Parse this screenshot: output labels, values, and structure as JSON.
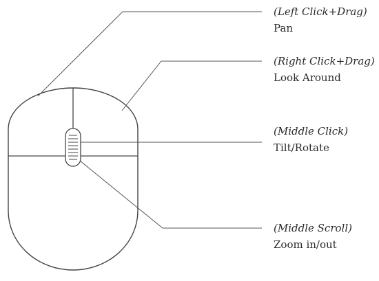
{
  "annotations": [
    {
      "action": "(Left Click+Drag)",
      "effect": "Pan"
    },
    {
      "action": "(Right Click+Drag)",
      "effect": "Look Around"
    },
    {
      "action": "(Middle Click)",
      "effect": "Tilt/Rotate"
    },
    {
      "action": "(Middle Scroll)",
      "effect": "Zoom in/out"
    }
  ],
  "colors": {
    "stroke": "#444444",
    "text": "#2a2a2a",
    "background": "#ffffff"
  },
  "icons": {
    "device": "mouse-icon",
    "wheel": "scroll-wheel-icon"
  }
}
